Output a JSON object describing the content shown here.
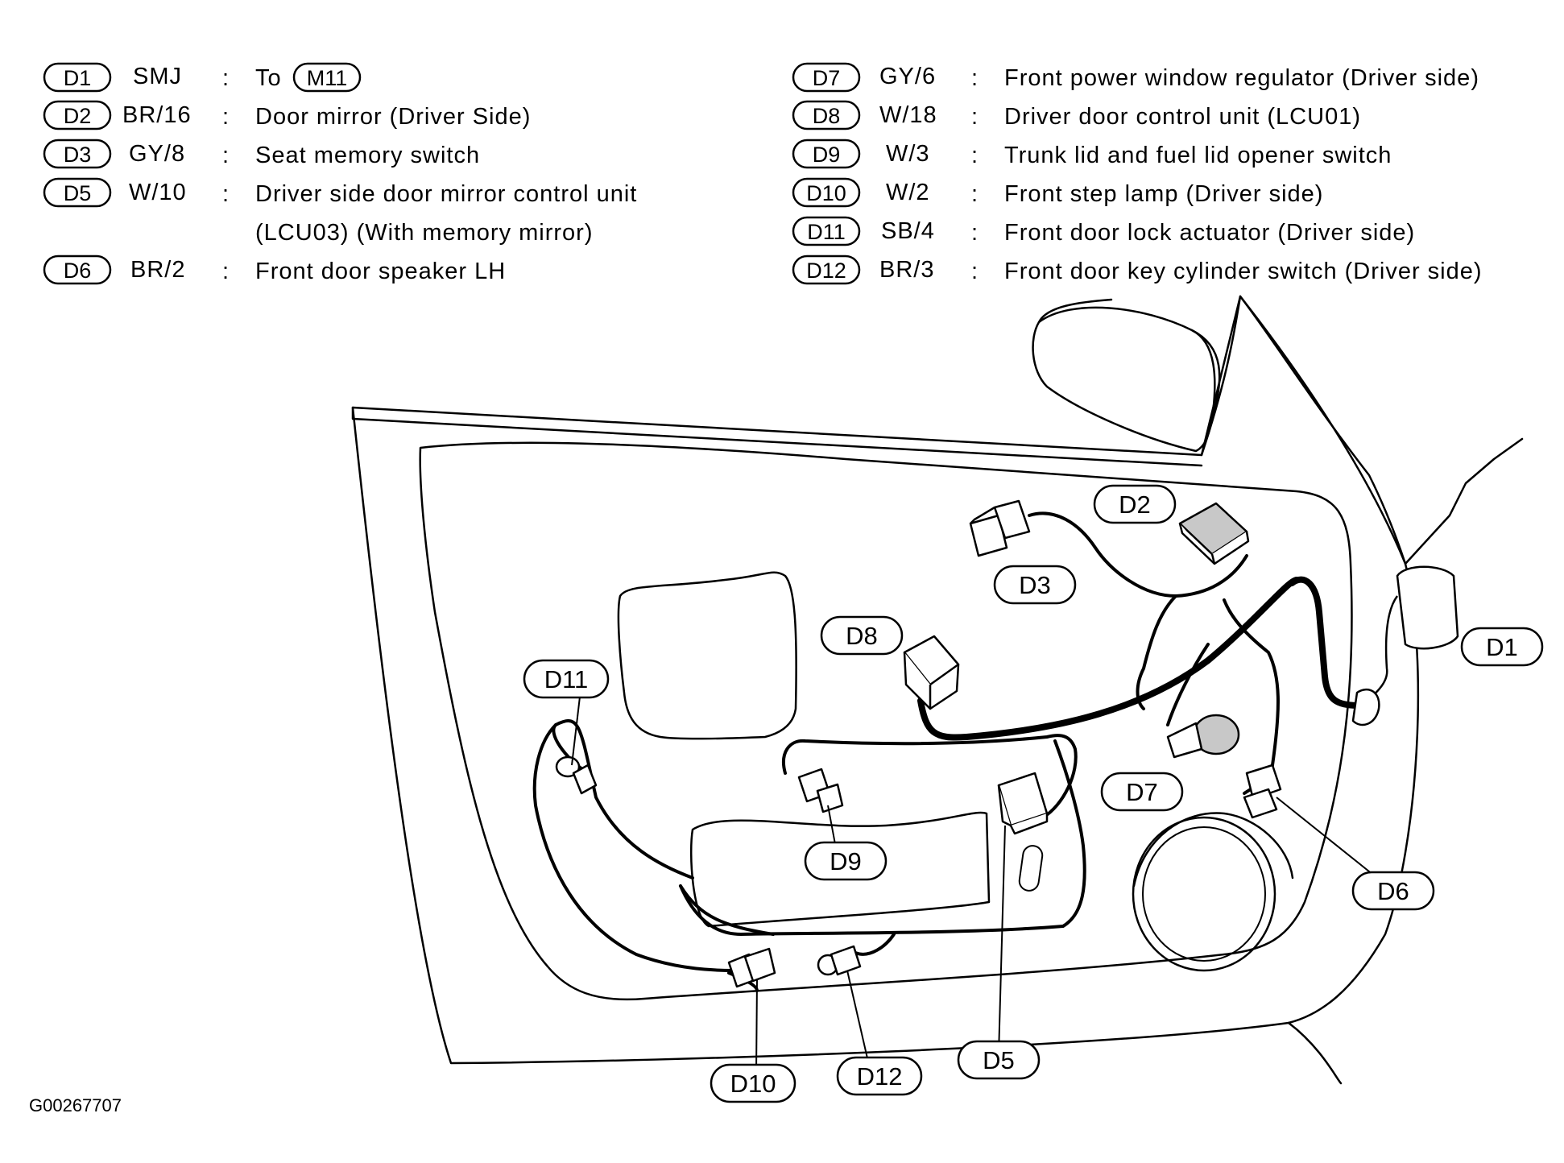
{
  "legend": [
    {
      "id": "D1",
      "wire": "SMJ",
      "sep": ":",
      "desc": "To",
      "ref": "M11"
    },
    {
      "id": "D2",
      "wire": "BR/16",
      "sep": ":",
      "desc": "Door mirror (Driver Side)"
    },
    {
      "id": "D3",
      "wire": "GY/8",
      "sep": ":",
      "desc": "Seat memory switch"
    },
    {
      "id": "D5",
      "wire": "W/10",
      "sep": ":",
      "desc": "Driver side door mirror control unit",
      "desc2": "(LCU03) (With memory mirror)"
    },
    {
      "id": "D6",
      "wire": "BR/2",
      "sep": ":",
      "desc": "Front door speaker LH"
    },
    {
      "id": "D7",
      "wire": "GY/6",
      "sep": ":",
      "desc": "Front power window regulator (Driver side)"
    },
    {
      "id": "D8",
      "wire": "W/18",
      "sep": ":",
      "desc": "Driver door control unit (LCU01)"
    },
    {
      "id": "D9",
      "wire": "W/3",
      "sep": ":",
      "desc": "Trunk lid and fuel lid opener switch"
    },
    {
      "id": "D10",
      "wire": "W/2",
      "sep": ":",
      "desc": "Front step lamp (Driver side)"
    },
    {
      "id": "D11",
      "wire": "SB/4",
      "sep": ":",
      "desc": "Front door lock actuator (Driver side)"
    },
    {
      "id": "D12",
      "wire": "BR/3",
      "sep": ":",
      "desc": "Front door key cylinder switch (Driver side)"
    }
  ],
  "callouts": {
    "d1": "D1",
    "d2": "D2",
    "d3": "D3",
    "d5": "D5",
    "d6": "D6",
    "d7": "D7",
    "d8": "D8",
    "d9": "D9",
    "d10": "D10",
    "d11": "D11",
    "d12": "D12"
  },
  "figure_code": "G00267707"
}
